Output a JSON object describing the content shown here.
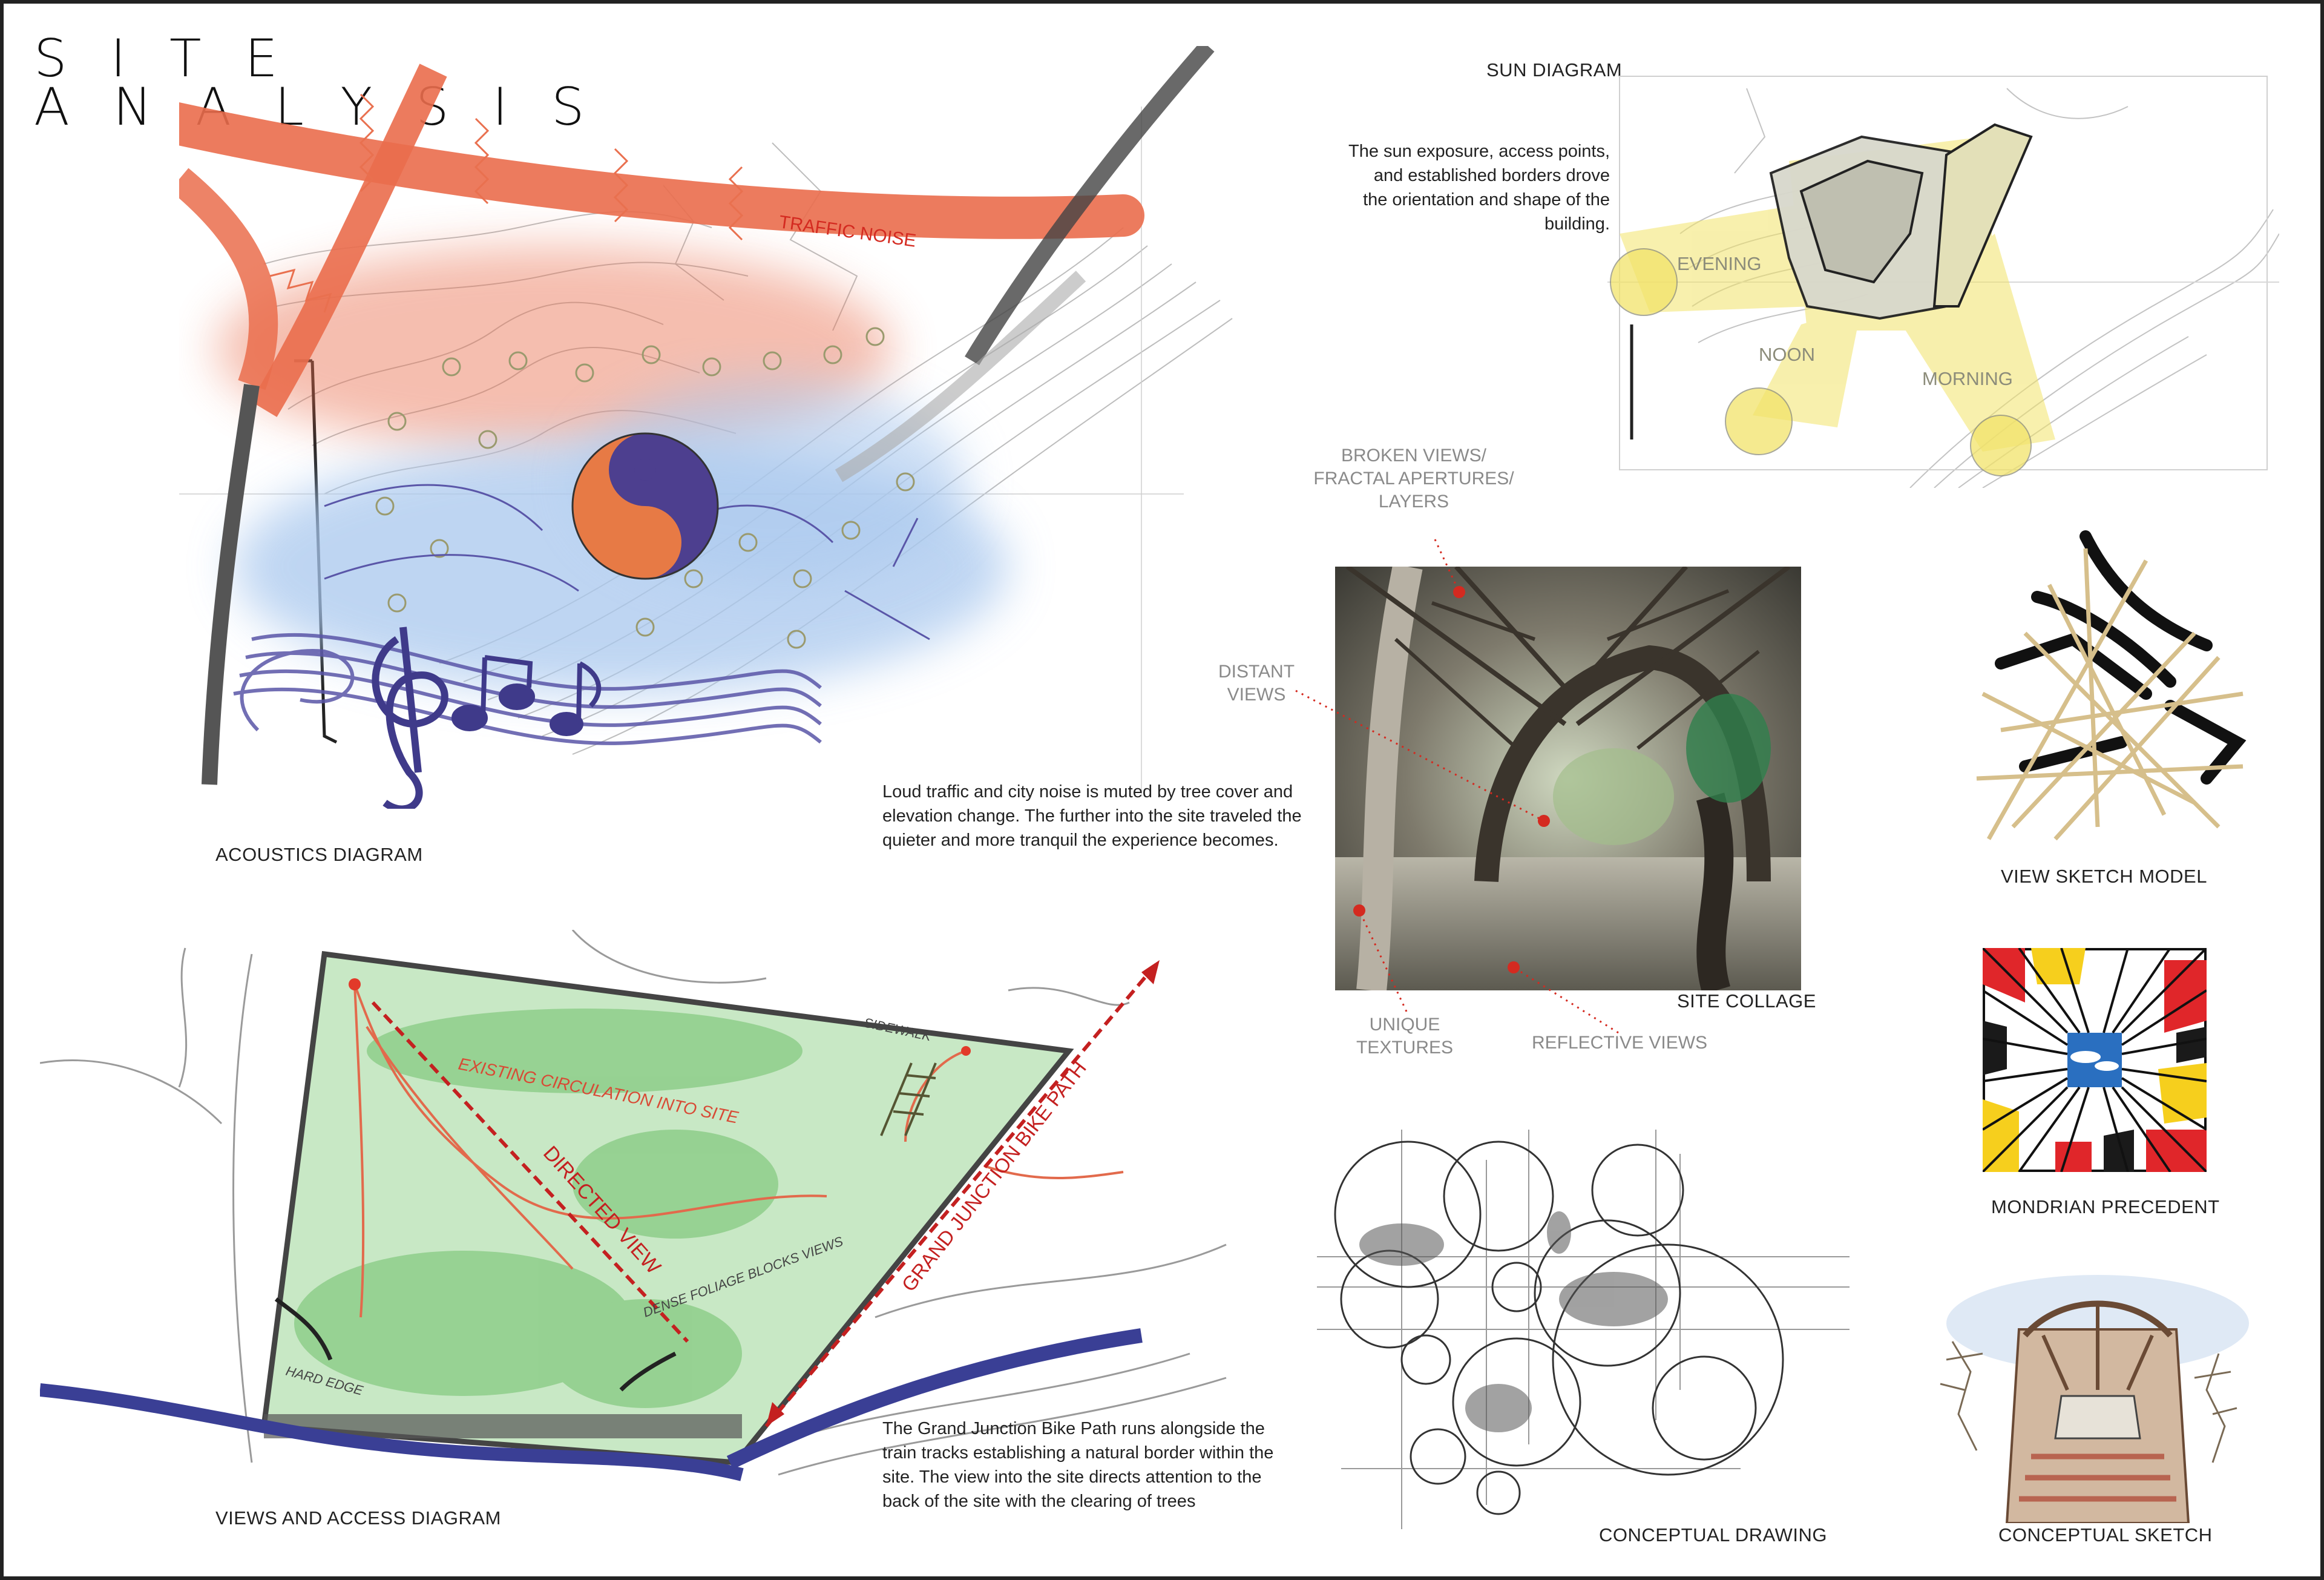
{
  "title": {
    "line1": "SITE",
    "line2": "ANALYSIS"
  },
  "acoustics": {
    "caption": "ACOUSTICS DIAGRAM",
    "traffic_label": "TRAFFIC NOISE",
    "text": "Loud traffic and city noise is muted by tree cover and elevation change.  The further into the site traveled the quieter and more tranquil the experience becomes."
  },
  "sun": {
    "caption": "SUN DIAGRAM",
    "text": "The sun exposure, access points, and established borders drove the orientation and shape of the building.",
    "evening": "EVENING",
    "noon": "NOON",
    "morning": "MORNING"
  },
  "collage": {
    "caption": "SITE COLLAGE",
    "callout_broken": "BROKEN VIEWS/\nFRACTAL APERTURES/\nLAYERS",
    "callout_distant": "DISTANT\nVIEWS",
    "callout_unique": "UNIQUE\nTEXTURES",
    "callout_reflective": "REFLECTIVE VIEWS"
  },
  "views": {
    "caption": "VIEWS AND ACCESS DIAGRAM",
    "directed_view": "DIRECTED VIEW",
    "bike_path": "GRAND JUNCTION BIKE PATH",
    "existing_circulation": "EXISTING CIRCULATION INTO SITE",
    "sidewalk": "SIDEWALK",
    "hard_edge": "HARD EDGE",
    "dense_foliage": "DENSE FOLIAGE BLOCKS VIEWS",
    "text": "The Grand Junction Bike Path runs alongside the train tracks establishing a natural border within the site.  The view into the site directs attention to the back of the site with the clearing of trees"
  },
  "captions": {
    "view_sketch_model": "VIEW SKETCH MODEL",
    "mondrian": "MONDRIAN PRECEDENT",
    "conceptual_drawing": "CONCEPTUAL DRAWING",
    "conceptual_sketch": "CONCEPTUAL SKETCH"
  },
  "colors": {
    "traffic": "#e9704f",
    "quiet": "#a9c8ee",
    "music": "#5a56a8",
    "sun": "#f2e36a",
    "accent_red": "#d42a20",
    "foliage": "#8fd08a",
    "rail": "#3a3f95"
  }
}
